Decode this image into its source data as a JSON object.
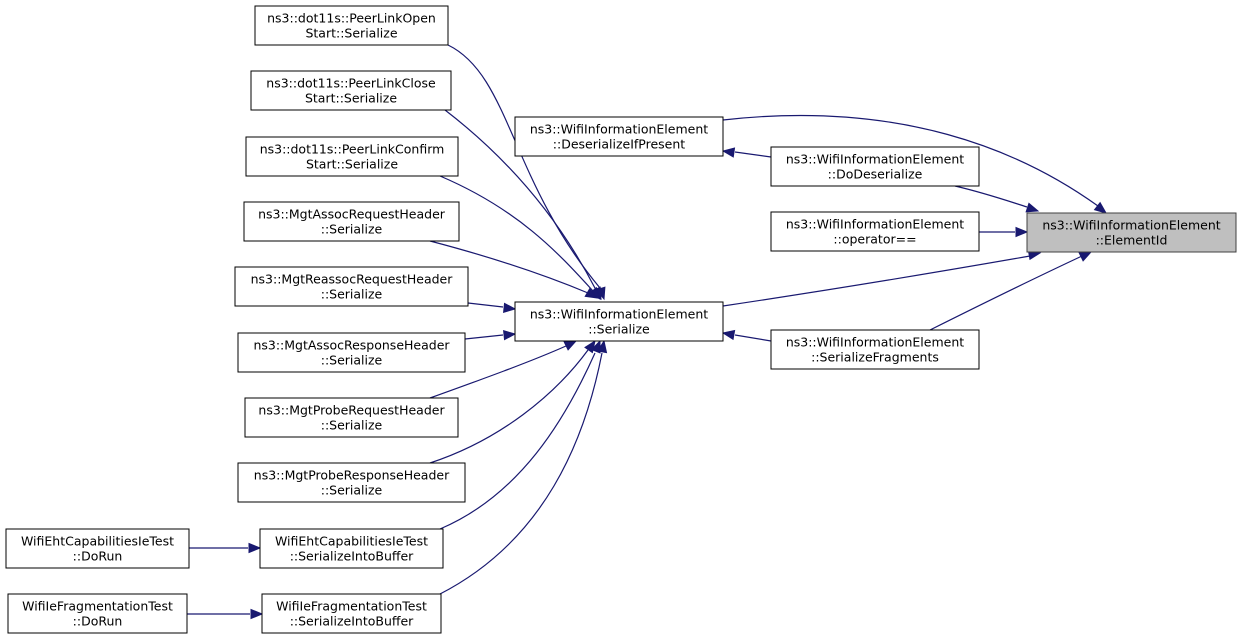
{
  "colors": {
    "edge": "#191970",
    "focus_fill": "#bfbfbf",
    "node_fill": "#ffffff"
  },
  "nodes": [
    {
      "id": "element-id",
      "lines": [
        "ns3::WifiInformationElement",
        "::ElementId"
      ],
      "focus": true
    },
    {
      "id": "deserialize-if-present",
      "lines": [
        "ns3::WifiInformationElement",
        "::DeserializeIfPresent"
      ]
    },
    {
      "id": "do-deserialize",
      "lines": [
        "ns3::WifiInformationElement",
        "::DoDeserialize"
      ]
    },
    {
      "id": "operator-eq",
      "lines": [
        "ns3::WifiInformationElement",
        "::operator=="
      ]
    },
    {
      "id": "serialize",
      "lines": [
        "ns3::WifiInformationElement",
        "::Serialize"
      ]
    },
    {
      "id": "serialize-fragments",
      "lines": [
        "ns3::WifiInformationElement",
        "::SerializeFragments"
      ]
    },
    {
      "id": "peer-link-open",
      "lines": [
        "ns3::dot11s::PeerLinkOpen",
        "Start::Serialize"
      ]
    },
    {
      "id": "peer-link-close",
      "lines": [
        "ns3::dot11s::PeerLinkClose",
        "Start::Serialize"
      ]
    },
    {
      "id": "peer-link-confirm",
      "lines": [
        "ns3::dot11s::PeerLinkConfirm",
        "Start::Serialize"
      ]
    },
    {
      "id": "assoc-request",
      "lines": [
        "ns3::MgtAssocRequestHeader",
        "::Serialize"
      ]
    },
    {
      "id": "reassoc-request",
      "lines": [
        "ns3::MgtReassocRequestHeader",
        "::Serialize"
      ]
    },
    {
      "id": "assoc-response",
      "lines": [
        "ns3::MgtAssocResponseHeader",
        "::Serialize"
      ]
    },
    {
      "id": "probe-request",
      "lines": [
        "ns3::MgtProbeRequestHeader",
        "::Serialize"
      ]
    },
    {
      "id": "probe-response",
      "lines": [
        "ns3::MgtProbeResponseHeader",
        "::Serialize"
      ]
    },
    {
      "id": "eht-serialize-buffer",
      "lines": [
        "WifiEhtCapabilitiesIeTest",
        "::SerializeIntoBuffer"
      ]
    },
    {
      "id": "frag-serialize-buffer",
      "lines": [
        "WifiIeFragmentationTest",
        "::SerializeIntoBuffer"
      ]
    },
    {
      "id": "eht-do-run",
      "lines": [
        "WifiEhtCapabilitiesIeTest",
        "::DoRun"
      ]
    },
    {
      "id": "frag-do-run",
      "lines": [
        "WifiIeFragmentationTest",
        "::DoRun"
      ]
    }
  ],
  "edges": [
    {
      "from": "deserialize-if-present",
      "to": "element-id"
    },
    {
      "from": "do-deserialize",
      "to": "element-id"
    },
    {
      "from": "operator-eq",
      "to": "element-id"
    },
    {
      "from": "serialize",
      "to": "element-id"
    },
    {
      "from": "serialize-fragments",
      "to": "element-id"
    },
    {
      "from": "do-deserialize",
      "to": "deserialize-if-present"
    },
    {
      "from": "serialize-fragments",
      "to": "serialize"
    },
    {
      "from": "peer-link-open",
      "to": "serialize"
    },
    {
      "from": "peer-link-close",
      "to": "serialize"
    },
    {
      "from": "peer-link-confirm",
      "to": "serialize"
    },
    {
      "from": "assoc-request",
      "to": "serialize"
    },
    {
      "from": "reassoc-request",
      "to": "serialize"
    },
    {
      "from": "assoc-response",
      "to": "serialize"
    },
    {
      "from": "probe-request",
      "to": "serialize"
    },
    {
      "from": "probe-response",
      "to": "serialize"
    },
    {
      "from": "eht-serialize-buffer",
      "to": "serialize"
    },
    {
      "from": "frag-serialize-buffer",
      "to": "serialize"
    },
    {
      "from": "eht-do-run",
      "to": "eht-serialize-buffer"
    },
    {
      "from": "frag-do-run",
      "to": "frag-serialize-buffer"
    }
  ]
}
